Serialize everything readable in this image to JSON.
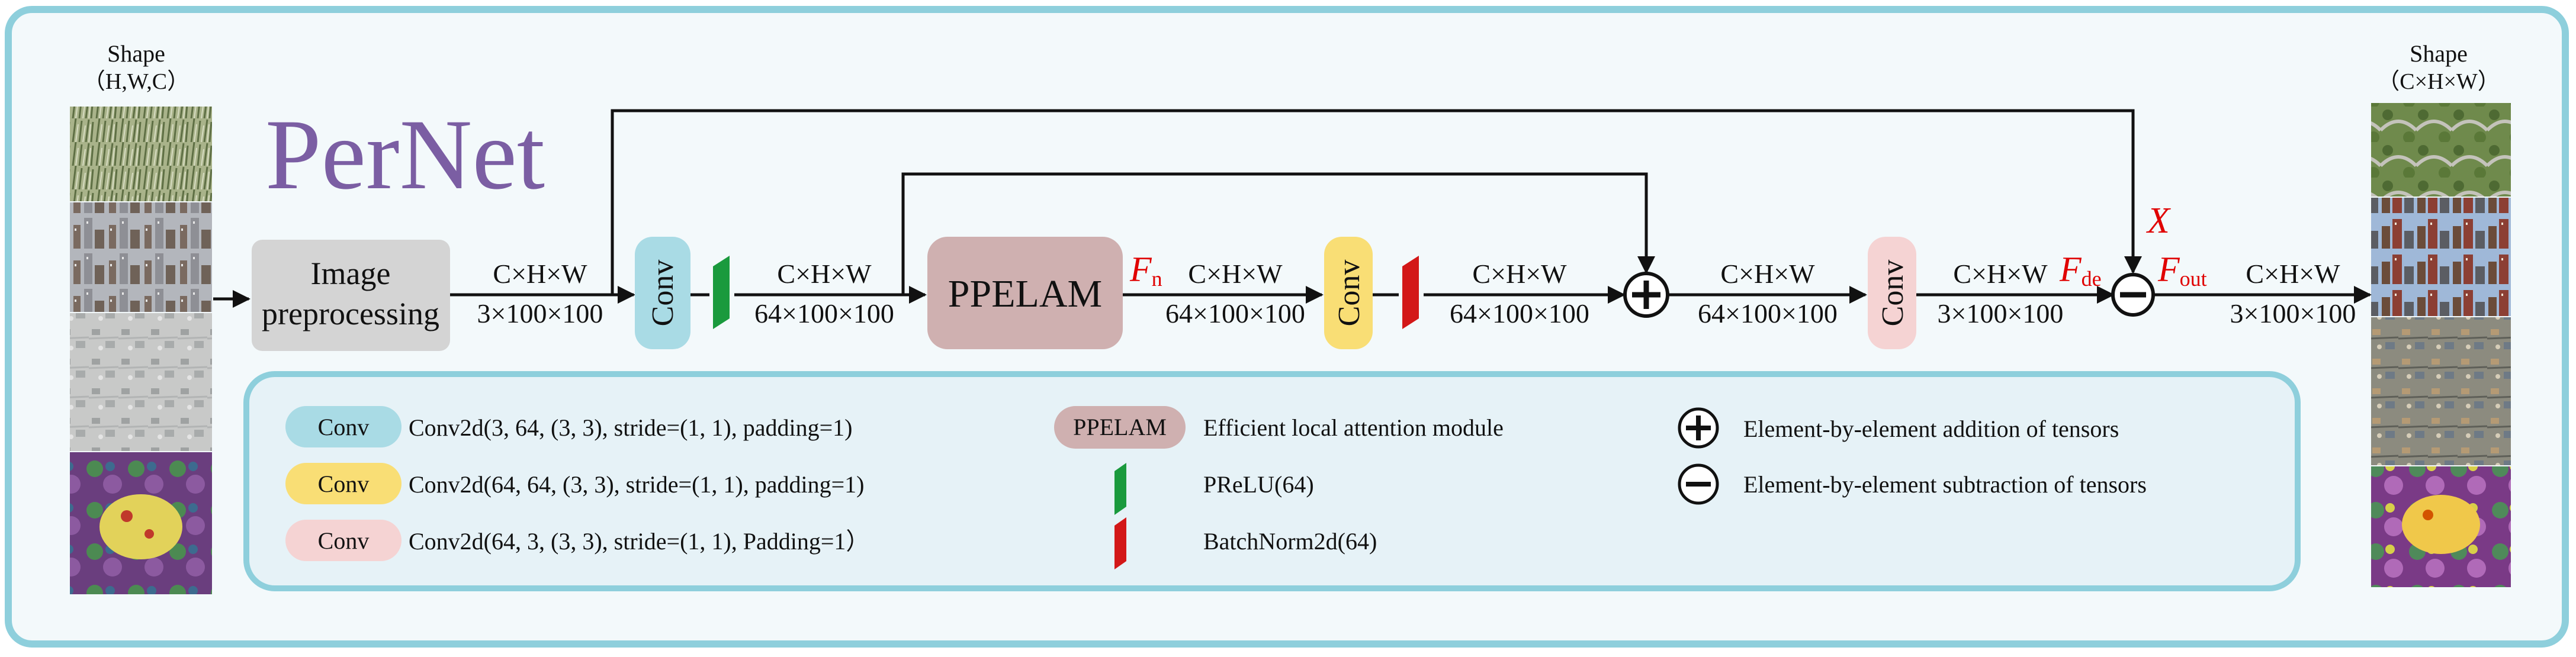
{
  "title": "PerNet",
  "input_shape": {
    "heading": "Shape",
    "dims": "（H,W,C）"
  },
  "output_shape": {
    "heading": "Shape",
    "dims": "（C×H×W）"
  },
  "blocks": {
    "preprocess": [
      "Image",
      "preprocessing"
    ],
    "conv1": "Conv",
    "ppelam": "PPELAM",
    "conv2": "Conv",
    "conv3": "Conv"
  },
  "dims": {
    "after_pre": [
      "C×H×W",
      "3×100×100"
    ],
    "after_conv1": [
      "C×H×W",
      "64×100×100"
    ],
    "after_ppelam": [
      "C×H×W",
      "64×100×100"
    ],
    "after_conv2": [
      "C×H×W",
      "64×100×100"
    ],
    "after_add": [
      "C×H×W",
      "64×100×100"
    ],
    "after_conv3": [
      "C×H×W",
      "3×100×100"
    ],
    "output": [
      "C×H×W",
      "3×100×100"
    ]
  },
  "symbols": {
    "fn": {
      "base": "F",
      "sub": "n"
    },
    "fde": {
      "base": "F",
      "sub": "de"
    },
    "fout": {
      "base": "F",
      "sub": "out"
    },
    "x": "X"
  },
  "legend": {
    "conv_blue": {
      "chip": "Conv",
      "text": "Conv2d(3, 64, (3, 3), stride=(1, 1), padding=1)"
    },
    "conv_yellow": {
      "chip": "Conv",
      "text": "Conv2d(64, 64, (3, 3), stride=(1, 1), padding=1)"
    },
    "conv_pink": {
      "chip": "Conv",
      "text": "Conv2d(64, 3, (3, 3), stride=(1, 1), Padding=1）"
    },
    "ppelam": {
      "chip": "PPELAM",
      "text": "Efficient local attention module"
    },
    "prelu": "PReLU(64)",
    "batchnorm": "BatchNorm2d(64)",
    "add": "Element-by-element addition of tensors",
    "sub": "Element-by-element subtraction of tensors"
  },
  "colors": {
    "frame": "#8ecfdc",
    "background": "#f3f9fb",
    "legend_bg": "#e6f2f7",
    "conv_blue": "#a9dbe5",
    "conv_yellow": "#f9de75",
    "conv_pink": "#f5d3d3",
    "ppelam": "#cfb0b0",
    "preprocess": "#d4d4d4",
    "prelu": "#1a9a3d",
    "batchnorm": "#d31818",
    "title": "#7b5ea3",
    "symbol": "#e00000"
  },
  "icons": [
    "plus-circle-icon",
    "minus-circle-icon",
    "prelu-parallelogram-icon",
    "batchnorm-parallelogram-icon"
  ]
}
